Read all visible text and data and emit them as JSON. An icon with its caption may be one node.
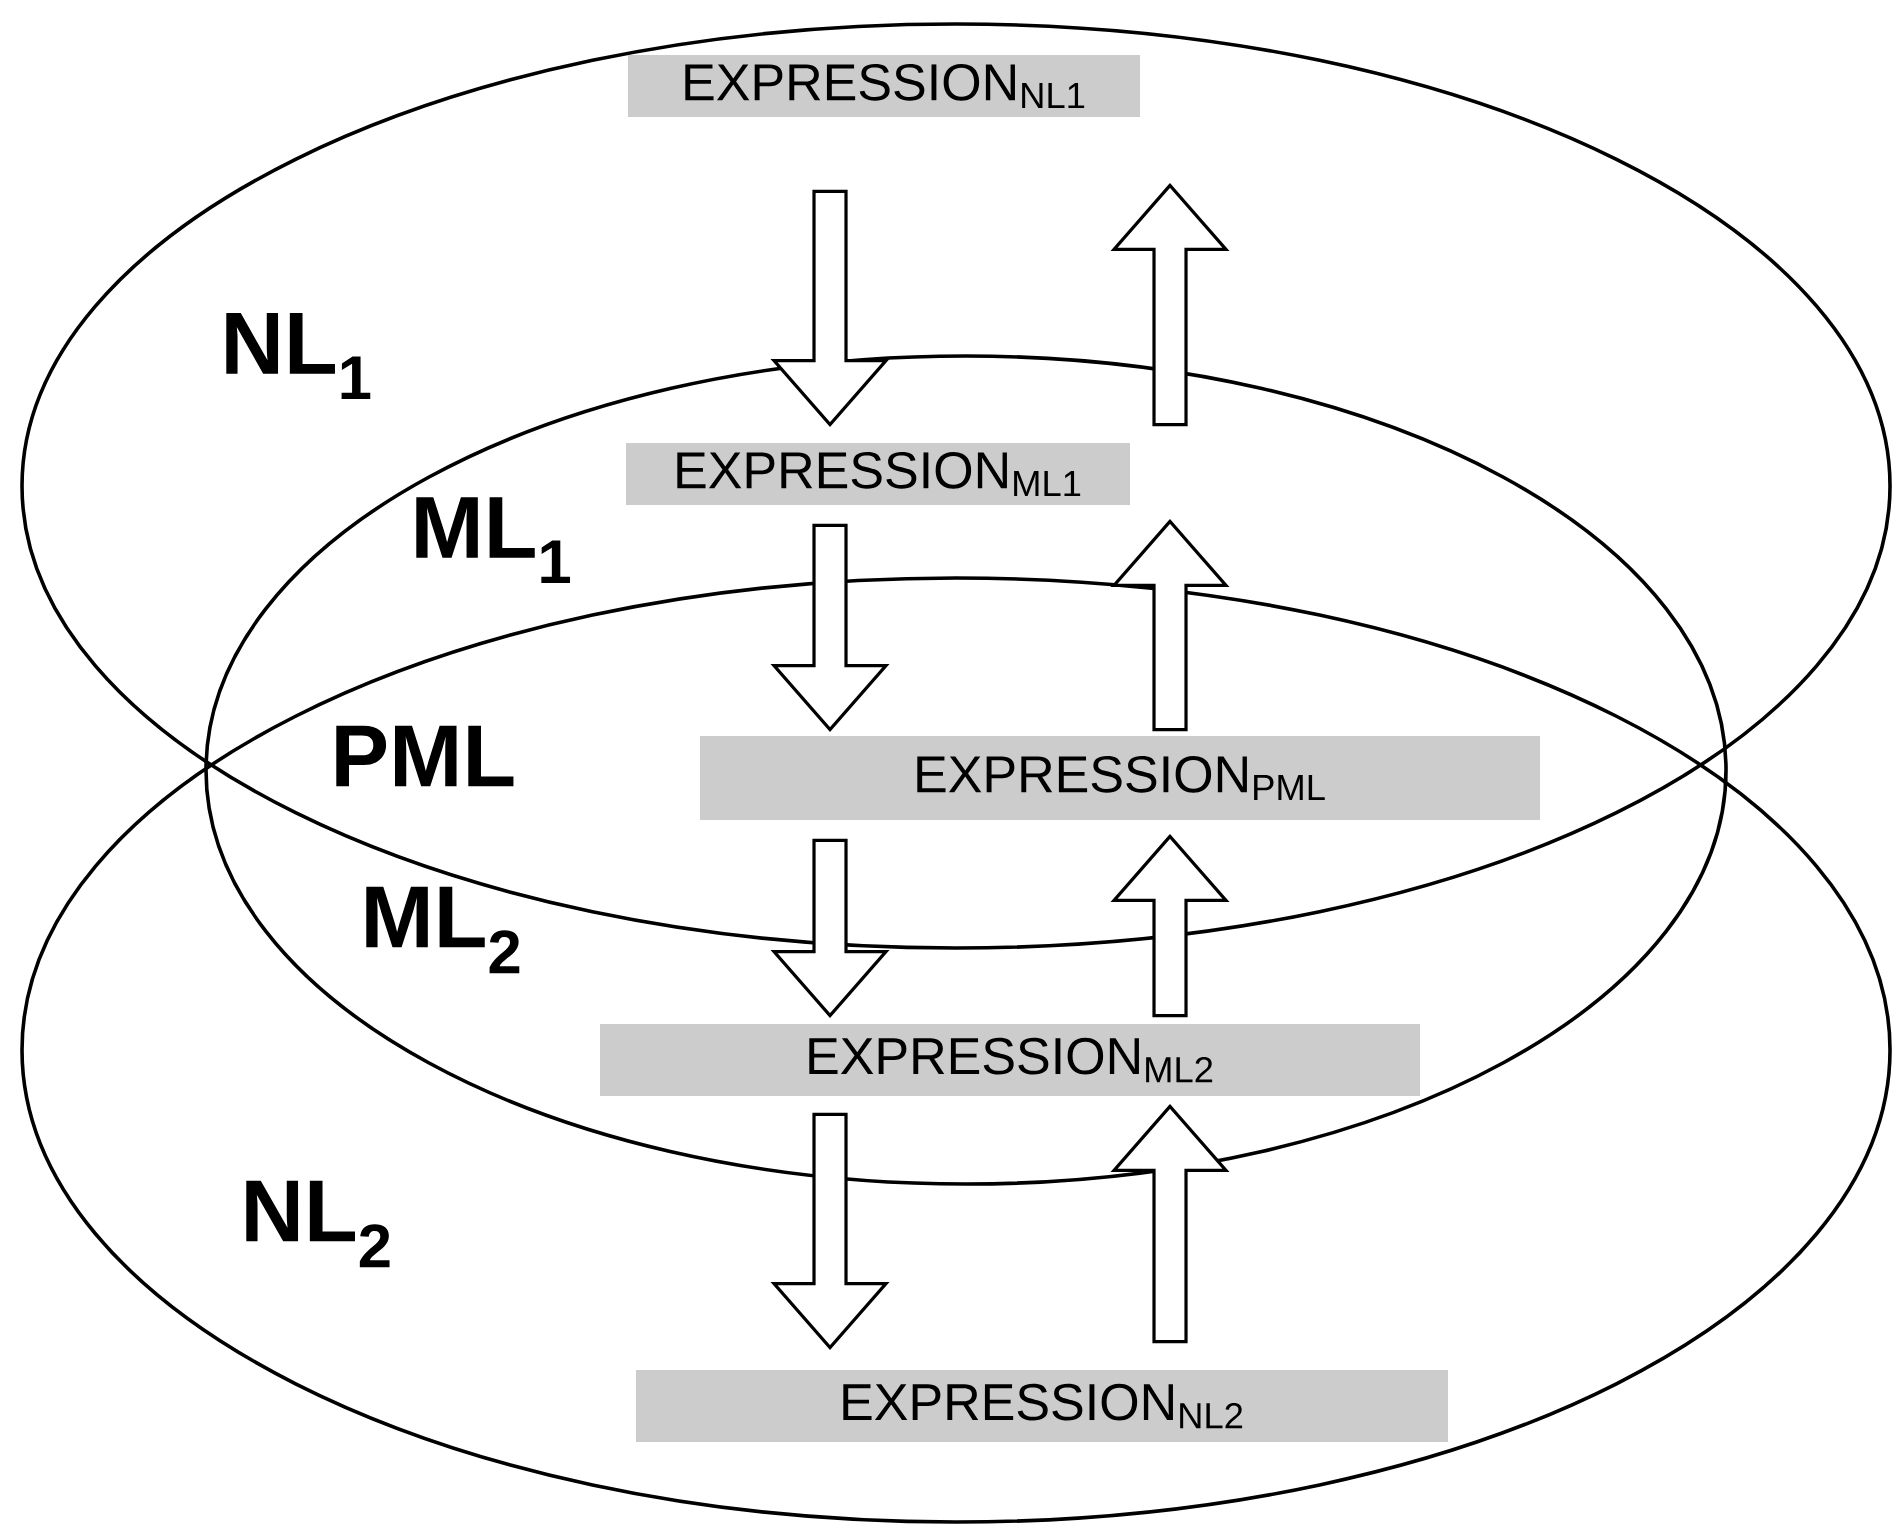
{
  "diagram": {
    "nodes": [
      {
        "text": [
          "EXPRESSION$_{NL1}$"
        ]
      },
      {
        "text": [
          "EXPRESSION$_{ML1}$"
        ]
      },
      {
        "text": [
          "EXPRESSION$_{PML}$"
        ]
      },
      {
        "text": [
          "EXPRESSION$_{ML2}$"
        ]
      },
      {
        "text": [
          "EXPRESSION$_{NL2}$"
        ]
      }
    ],
    "edges": [
      {
        "from": 0,
        "to": 1,
        "arrow": "to"
      },
      {
        "from": 1,
        "to": 0,
        "arrow": "to"
      },
      {
        "from": 1,
        "to": 2,
        "arrow": "to"
      },
      {
        "from": 2,
        "to": 1,
        "arrow": "to"
      },
      {
        "from": 2,
        "to": 3,
        "arrow": "to"
      },
      {
        "from": 3,
        "to": 2,
        "arrow": "to"
      },
      {
        "from": 3,
        "to": 4,
        "arrow": "to"
      },
      {
        "from": 4,
        "to": 3,
        "arrow": "to"
      }
    ],
    "labels": [
      "NL$_{1}$",
      "ML$_{1}$",
      "PML",
      "ML$_{2}$",
      "NL$_{2}$"
    ]
  }
}
